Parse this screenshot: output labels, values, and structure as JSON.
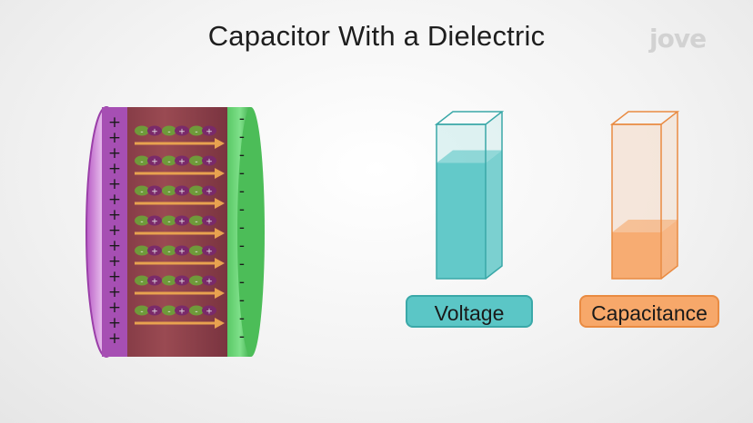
{
  "title": "Capacitor With a Dielectric",
  "logo_text": "jove",
  "left_plate": {
    "charge_symbol": "+",
    "count": 15
  },
  "right_plate": {
    "charge_symbol": "-",
    "count": 13
  },
  "dielectric": {
    "dipole_rows": 7,
    "dipoles_per_row": 3,
    "dipole_plus": "+",
    "dipole_minus": "-"
  },
  "voltage_meter": {
    "label": "Voltage",
    "fill_fraction": 0.75
  },
  "capacitance_meter": {
    "label": "Capacitance",
    "fill_fraction": 0.3
  },
  "colors": {
    "left_plate": "#a64fb3",
    "right_plate": "#5fcf6a",
    "dielectric": "#8a3f46",
    "field_arrow": "#e8a24f",
    "voltage": "#5bc6c6",
    "capacitance": "#f7a86a"
  }
}
